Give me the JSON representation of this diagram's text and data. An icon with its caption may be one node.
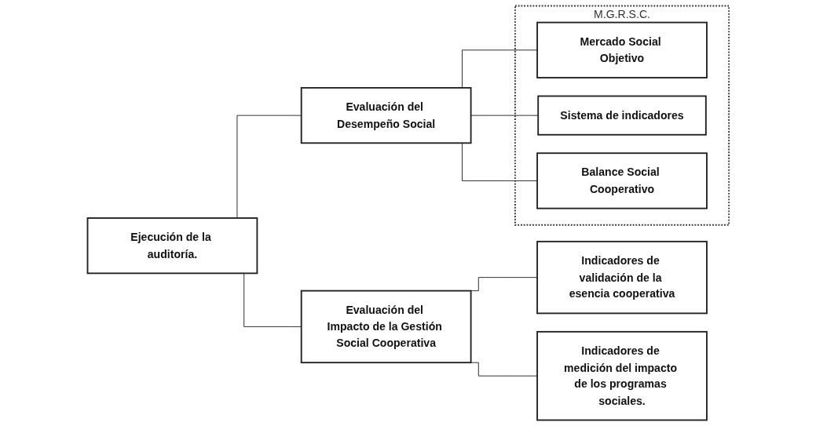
{
  "diagram": {
    "nodes": [
      {
        "text": [
          "Ejecución de la auditoría."
        ]
      },
      {
        "text": [
          "Evaluación del Desempeño Social"
        ]
      },
      {
        "text": [
          "Evaluación del Impacto de la Gestión Social Cooperativa"
        ]
      },
      {
        "text": [
          "M.G.R.S.C."
        ]
      },
      {
        "text": [
          "Mercado Social Objetivo"
        ],
        "in": 3
      },
      {
        "text": [
          "Sistema de indicadores"
        ],
        "in": 3
      },
      {
        "text": [
          "Balance Social Cooperativo"
        ],
        "in": 3
      },
      {
        "text": [
          "Indicadores de validación de la esencia cooperativa"
        ]
      },
      {
        "text": [
          "Indicadores de medición del impacto de los programas sociales."
        ]
      }
    ],
    "edges": [
      {
        "from": 0,
        "to": 1,
        "arrow": "none"
      },
      {
        "from": 0,
        "to": 2,
        "arrow": "none"
      },
      {
        "from": 1,
        "to": 4,
        "arrow": "none"
      },
      {
        "from": 1,
        "to": 5,
        "arrow": "none"
      },
      {
        "from": 1,
        "to": 6,
        "arrow": "none"
      },
      {
        "from": 2,
        "to": 7,
        "arrow": "none"
      },
      {
        "from": 2,
        "to": 8,
        "arrow": "none"
      }
    ]
  }
}
